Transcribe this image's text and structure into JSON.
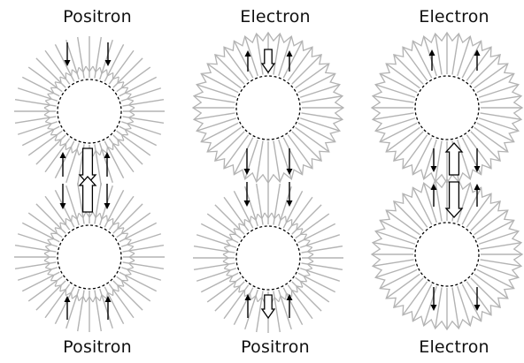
{
  "labels": {
    "col1_top": "Positron",
    "col2_top": "Electron",
    "col3_top": "Electron",
    "col1_bottom": "Positron",
    "col2_bottom": "Positron",
    "col3_bottom": "Electron"
  },
  "particles": [
    {
      "id": "col1-top",
      "field": "inward"
    },
    {
      "id": "col1-bottom",
      "field": "inward"
    },
    {
      "id": "col2-top",
      "field": "outward"
    },
    {
      "id": "col2-bottom",
      "field": "inward"
    },
    {
      "id": "col3-top",
      "field": "outward"
    },
    {
      "id": "col3-bottom",
      "field": "outward"
    }
  ],
  "colors": {
    "field_lines": "#b3b3b3",
    "arrows": "#000000",
    "circle_border": "#000000",
    "background": "#ffffff"
  }
}
